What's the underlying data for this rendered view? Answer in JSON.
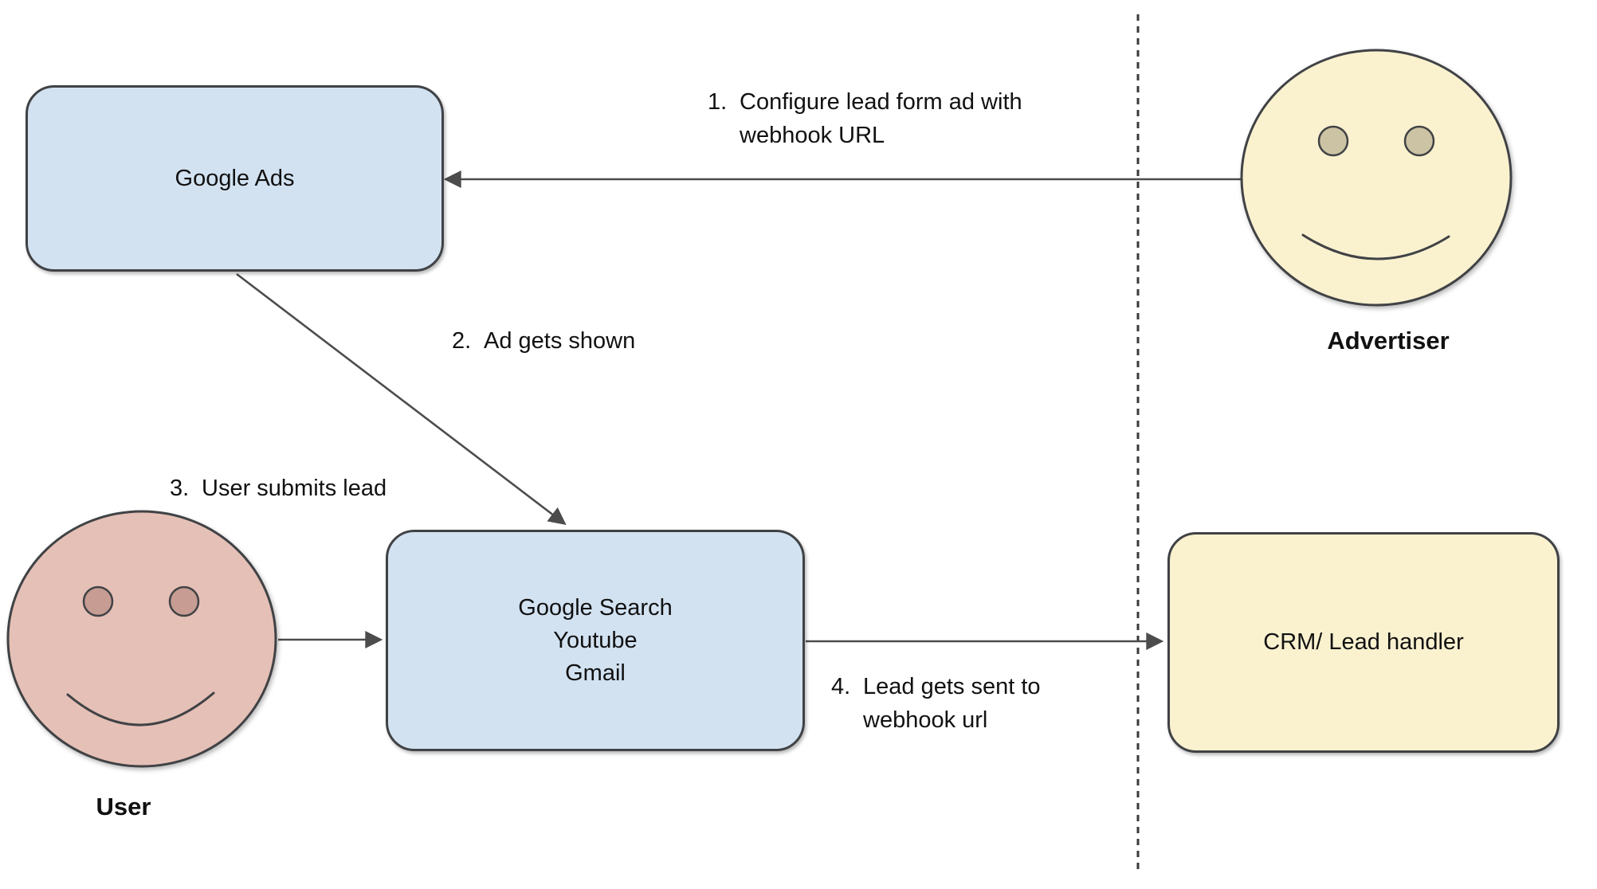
{
  "nodes": {
    "google_ads": {
      "label": "Google Ads"
    },
    "google_surfaces": {
      "lines": [
        "Google Search",
        "Youtube",
        "Gmail"
      ]
    },
    "crm": {
      "label": "CRM/ Lead handler"
    }
  },
  "actors": {
    "advertiser": {
      "label": "Advertiser"
    },
    "user": {
      "label": "User"
    }
  },
  "steps": [
    {
      "number": "1.",
      "lines": [
        "Configure lead form ad with",
        "webhook URL"
      ]
    },
    {
      "number": "2.",
      "lines": [
        "Ad gets shown"
      ]
    },
    {
      "number": "3.",
      "lines": [
        "User submits lead"
      ]
    },
    {
      "number": "4.",
      "lines": [
        "Lead gets sent to",
        "webhook url"
      ]
    }
  ],
  "colors": {
    "background": "#ffffff",
    "node_blue": "#d2e2f1",
    "node_yellow": "#faf1cf",
    "advertiser_face": "#faf1cf",
    "advertiser_eye": "#cbc3a3",
    "user_face": "#e5c0b6",
    "user_eye": "#c69c93",
    "shape_stroke": "#404245",
    "connector": "#4c4c4c",
    "separator": "#3a3a3a"
  }
}
